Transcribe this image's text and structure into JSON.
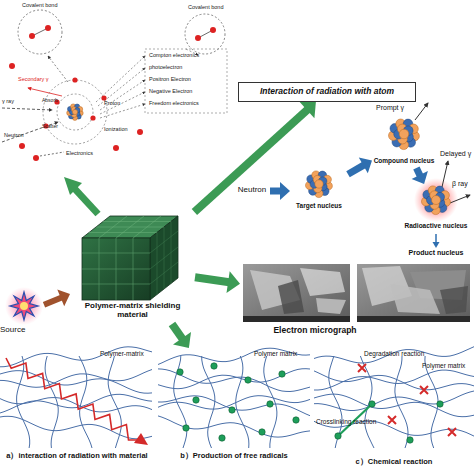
{
  "diagram": {
    "nodes": [
      {
        "text": [
          "Interaction of radiation with atom"
        ]
      },
      {
        "text": [
          "Neutron"
        ]
      },
      {
        "text": [
          "Target nucleus"
        ]
      },
      {
        "text": [
          "Compound nucleus"
        ]
      },
      {
        "text": [
          "Radioactive nucleus"
        ]
      },
      {
        "text": [
          "Product nucleus"
        ]
      },
      {
        "text": [
          "Source"
        ]
      },
      {
        "text": [
          "Polymer-matrix shielding material"
        ]
      },
      {
        "text": [
          "Electron micrograph"
        ]
      },
      {
        "text": [
          "Polymer-matrix",
          "a）interaction of radiation with material"
        ]
      },
      {
        "text": [
          "Polymer matrix",
          "b）Production of free radicals"
        ]
      },
      {
        "text": [
          "Degradation reaction",
          "Polymer matrix",
          "Crosslinking reaction",
          "c）Chemical reaction"
        ]
      }
    ],
    "edges": [
      {
        "from": 1,
        "to": 2,
        "arrow": "to"
      },
      {
        "from": 2,
        "to": 3,
        "arrow": "to"
      },
      {
        "from": 3,
        "to": 4,
        "arrow": "to"
      },
      {
        "from": 4,
        "to": 5,
        "arrow": "to"
      },
      {
        "from": 6,
        "to": 7,
        "arrow": "to"
      },
      {
        "from": 7,
        "to": 0,
        "arrow": "to"
      },
      {
        "from": 7,
        "to": 8,
        "arrow": "to"
      },
      {
        "from": 7,
        "to": 10,
        "arrow": "to"
      }
    ],
    "labels": [
      "Covalent bond",
      "Covalent bond",
      "γ ray",
      "Secondary γ",
      "Absorb",
      "Scatter",
      "Proton",
      "Ionization",
      "Compton electronics",
      "photoelectron",
      "Positron Electron",
      "Negative Electron",
      "Freedom electronics",
      "Neutron",
      "Electronics",
      "Prompt γ",
      "Delayed γ",
      "β ray"
    ]
  }
}
